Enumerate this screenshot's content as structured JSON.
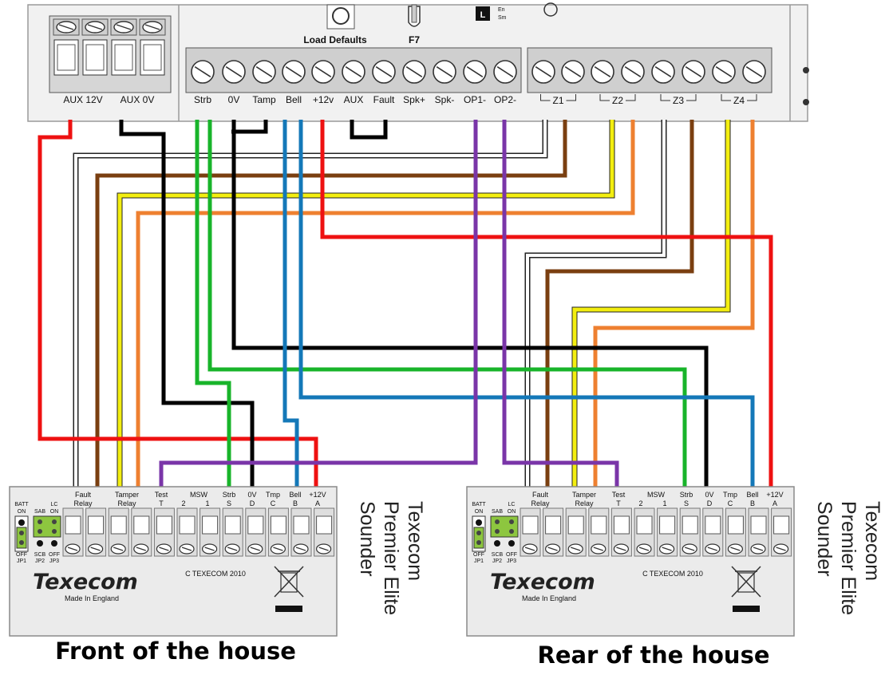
{
  "panel": {
    "aux_labels": [
      "AUX 12V",
      "AUX 0V"
    ],
    "load_defaults": "Load Defaults",
    "f7": "F7",
    "switch_glyph": "L",
    "switch_text": [
      "En",
      "Sm"
    ],
    "terminals": [
      "Strb",
      "0V",
      "Tamp",
      "Bell",
      "+12v",
      "AUX",
      "Fault",
      "Spk+",
      "Spk-",
      "OP1-",
      "OP2-"
    ],
    "zones": [
      "Z1",
      "Z2",
      "Z3",
      "Z4"
    ]
  },
  "sounder": {
    "terminal_top": [
      "Fault",
      "Tamper",
      "Test",
      "MSW",
      "Strb",
      "0V",
      "Tmp",
      "Bell",
      "+12V"
    ],
    "terminal_bottom": [
      "Relay",
      "Relay",
      "T",
      "2",
      "1",
      "S",
      "D",
      "C",
      "B",
      "A"
    ],
    "jumpers": {
      "jp1_top": [
        "BATT",
        "ON"
      ],
      "jp1_bottom": [
        "OFF",
        "JP1"
      ],
      "jp2_top": "SAB",
      "jp2_bottom": [
        "SCB",
        "JP2"
      ],
      "jp3_top": [
        "LC",
        "ON"
      ],
      "jp3_bottom": [
        "OFF",
        "JP3"
      ]
    },
    "brand": "Texecom",
    "made_in": "Made In England",
    "copyright": "C TEXECOM 2010",
    "vertical_lines": [
      "Texecom",
      "Premier Elite",
      "Sounder"
    ]
  },
  "captions": {
    "front": "Front of the house",
    "rear": "Rear of the house"
  },
  "colors": {
    "red": "#ee1111",
    "black": "#000000",
    "green": "#18b42a",
    "blue": "#1478b8",
    "purple": "#7a35a8",
    "brown": "#7a3f10",
    "yellow": "#f3ee10",
    "orange": "#ee8030",
    "white": "#ffffff"
  }
}
